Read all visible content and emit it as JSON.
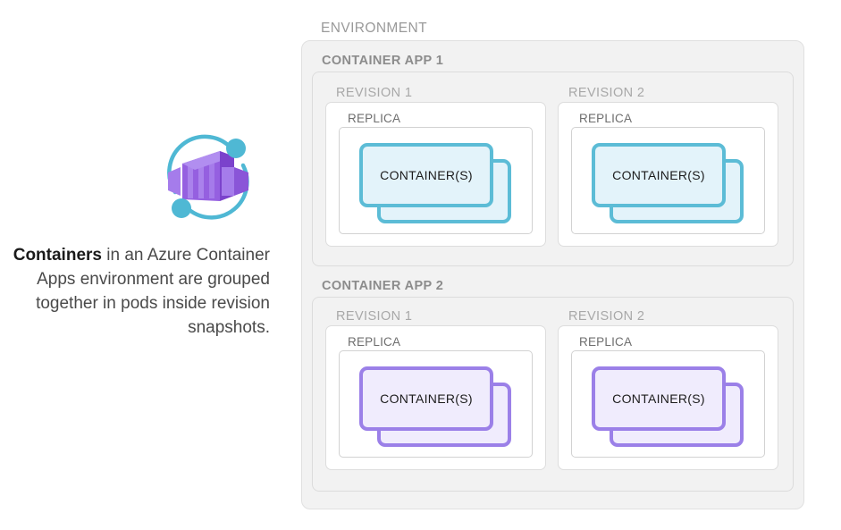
{
  "caption": {
    "bold_lead": "Containers",
    "rest": " in an Azure Container Apps environment are grouped together in pods inside revision snapshots."
  },
  "logo": {
    "name": "azure-container-apps-logo",
    "purple": "#9560e0",
    "purple_dark": "#7b42cc",
    "purple_light": "#b18ef0",
    "teal": "#4fb8d4"
  },
  "colors": {
    "environment_fill": "#f2f2f2",
    "environment_border": "#e0e0e0",
    "app_fill": "#f2f2f2",
    "app_border": "#dcdcdc",
    "revision_fill": "#ffffff",
    "revision_border": "#dddddd",
    "replica_fill": "#ffffff",
    "replica_border": "#d2d2d2",
    "container_teal_border": "#5cbcd6",
    "container_teal_fill": "#e3f3fa",
    "container_purple_border": "#9b80e8",
    "container_purple_fill": "#f0ecfd",
    "label_gray": "#9a9a9a",
    "text_dark": "#1c1c1c"
  },
  "diagram": {
    "environment_label": "ENVIRONMENT",
    "apps": [
      {
        "label": "CONTAINER APP 1",
        "theme": "teal",
        "revisions": [
          {
            "label": "REVISION 1",
            "replica_label": "REPLICA",
            "container_label": "CONTAINER(S)"
          },
          {
            "label": "REVISION 2",
            "replica_label": "REPLICA",
            "container_label": "CONTAINER(S)"
          }
        ]
      },
      {
        "label": "CONTAINER APP 2",
        "theme": "purple",
        "revisions": [
          {
            "label": "REVISION 1",
            "replica_label": "REPLICA",
            "container_label": "CONTAINER(S)"
          },
          {
            "label": "REVISION 2",
            "replica_label": "REPLICA",
            "container_label": "CONTAINER(S)"
          }
        ]
      }
    ]
  }
}
